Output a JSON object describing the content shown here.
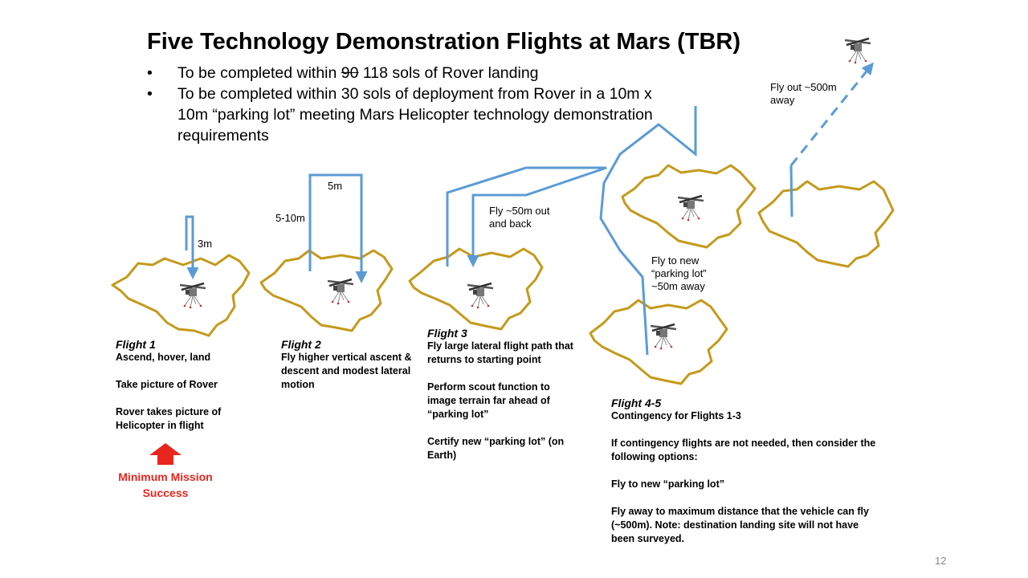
{
  "title": "Five Technology Demonstration Flights at Mars (TBR)",
  "bullets": {
    "b1_pre": "To be completed within ",
    "b1_strike": "90",
    "b1_post": " 118 sols of Rover landing",
    "b2": "To be completed within 30 sols of deployment from Rover in a 10m x 10m “parking lot” meeting Mars Helicopter technology demonstration requirements",
    "symbol": "•"
  },
  "labels": {
    "l3m": "3m",
    "l5m": "5m",
    "l510m": "5-10m",
    "l50out_1": "Fly ~50m out",
    "l50out_2": "and back",
    "lnew_1": "Fly to new",
    "lnew_2": "“parking lot”",
    "lnew_3": "~50m away",
    "l500_1": "Fly out ~500m",
    "l500_2": "away"
  },
  "flights": {
    "f1": {
      "title": "Flight 1",
      "lines": [
        "Ascend, hover, land",
        "Take picture of Rover",
        "Rover takes picture of Helicopter in flight"
      ]
    },
    "f2": {
      "title": "Flight 2",
      "lines": [
        "Fly higher vertical ascent & descent and modest lateral motion"
      ]
    },
    "f3": {
      "title": "Flight 3",
      "lines": [
        "Fly large lateral flight path that returns to starting point",
        "Perform scout function to image terrain far ahead of “parking lot”",
        "Certify new “parking lot” (on Earth)"
      ]
    },
    "f45": {
      "title": "Flight 4-5",
      "lines": [
        "Contingency for Flights 1-3",
        "If contingency flights are not needed, then consider the following options:",
        "Fly to new “parking lot”",
        "Fly away to maximum distance that the vehicle can fly (~500m).  Note: destination landing site will not have been surveyed."
      ]
    }
  },
  "mms": {
    "line1": "Minimum Mission",
    "line2": "Success"
  },
  "page_number": "12",
  "colors": {
    "path": "#5b9bd5",
    "terrain": "#c49a1b",
    "mms": "#e8261e"
  }
}
